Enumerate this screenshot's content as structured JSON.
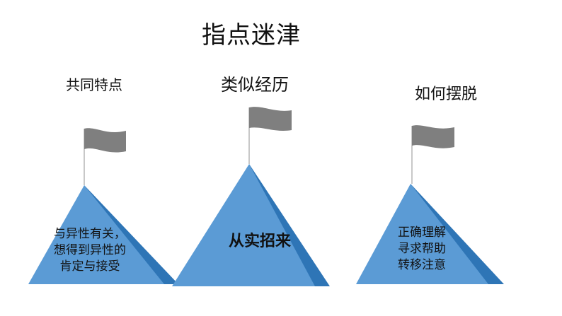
{
  "title": "指点迷津",
  "columns": [
    {
      "heading": "共同特点",
      "lines": [
        "与异性有关，",
        "想得到异性的",
        "肯定与接受"
      ]
    },
    {
      "heading": "类似经历",
      "lines": [
        "从实招来"
      ]
    },
    {
      "heading": "如何摆脱",
      "lines": [
        "正确理解",
        "寻求帮助",
        "转移注意"
      ]
    }
  ],
  "colors": {
    "pyramid_front": "#5b9bd5",
    "pyramid_side": "#2e75b6",
    "flag": "#7f7f7f",
    "pole": "#c8c8c8"
  },
  "icons": [
    "flag-icon",
    "pyramid-shape"
  ]
}
